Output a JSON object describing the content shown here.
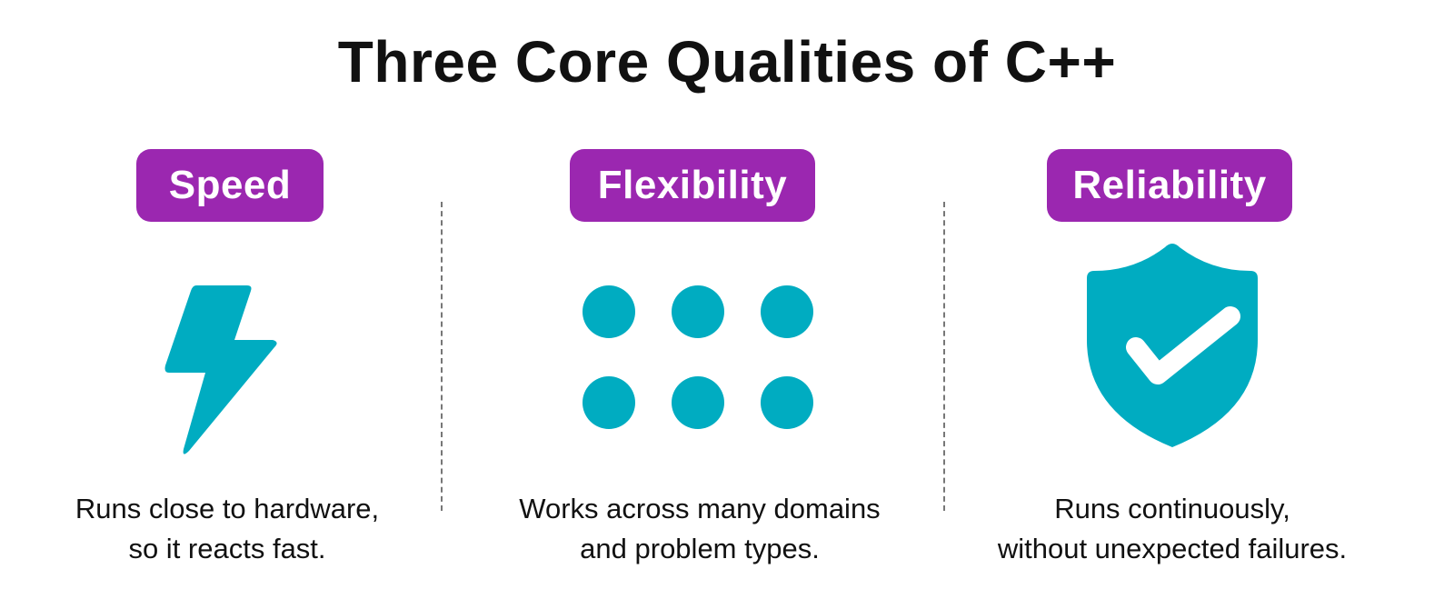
{
  "title": "Three Core Qualities of C++",
  "colors": {
    "accent_purple": "#9b27b0",
    "icon_teal": "#00acc1",
    "text": "#111111"
  },
  "qualities": [
    {
      "label": "Speed",
      "icon": "lightning-bolt-icon",
      "caption_lines": [
        "Runs close to hardware,",
        "so it reacts fast."
      ]
    },
    {
      "label": "Flexibility",
      "icon": "six-dots-grid-icon",
      "caption_lines": [
        "Works across many domains",
        "and problem types."
      ]
    },
    {
      "label": "Reliability",
      "icon": "shield-check-icon",
      "caption_lines": [
        "Runs continuously,",
        "without unexpected failures."
      ]
    }
  ]
}
